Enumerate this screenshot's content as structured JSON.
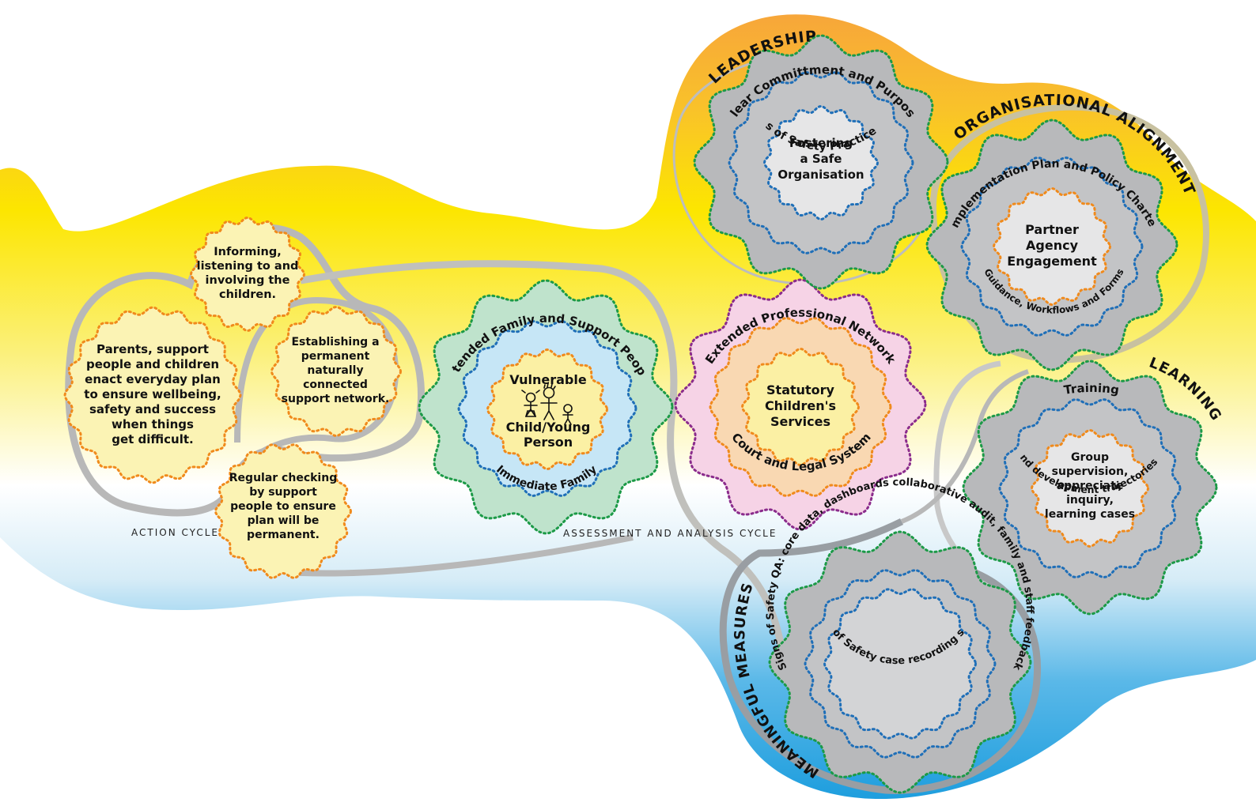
{
  "sections": {
    "leadership": "LEADERSHIP",
    "alignment": "ORGANISATIONAL ALIGNMENT",
    "learning": "LEARNING",
    "measures": "MEANINGFUL MEASURES"
  },
  "cycles": {
    "action": "ACTION CYCLE",
    "assessment": "ASSESSMENT AND ANALYSIS CYCLE"
  },
  "action_blobs": {
    "informing": [
      "Informing,",
      "listening to and",
      "involving the",
      "children."
    ],
    "parents": [
      "Parents, support",
      "people and children",
      "enact everyday plan",
      "to ensure wellbeing,",
      "safety and success",
      "when things",
      "get difficult."
    ],
    "network": [
      "Establishing a",
      "permanent",
      "naturally",
      "connected",
      "support network."
    ],
    "checking": [
      "Regular checking",
      "by support",
      "people to ensure",
      "plan will be",
      "permanent."
    ]
  },
  "family": {
    "outer": "Extended Family and Support People",
    "middle": "Immediate Family",
    "center_top": "Vulnerable",
    "center_bottom": [
      "Child/Young",
      "Person"
    ]
  },
  "professional": {
    "outer": "Extended Professional Network",
    "middle": "Court and Legal System",
    "center": [
      "Statutory",
      "Children's",
      "Services"
    ]
  },
  "leadership_flower": {
    "outer": "Clear Committment and Purpose",
    "middle": "Modeling Signs of Safety Practices in Leadership",
    "center": [
      "Fostering",
      "a Safe",
      "Organisation"
    ]
  },
  "alignment_flower": {
    "outer": "Implementation Plan and Policy Charter",
    "middle": "Guidance, Workflows and Forms",
    "center": [
      "Partner",
      "Agency",
      "Engagement"
    ]
  },
  "learning_flower": {
    "outer": "Training",
    "middle": "Learning and development trajectories for all staff",
    "center": [
      "Group",
      "supervision,",
      "appreciate",
      "inquiry,",
      "learning cases"
    ]
  },
  "measures_flower": {
    "outer": "Signs of Safety QA: core data, dashboards collaborative audit, family and staff feedback",
    "middle": "Signs of Safety case recording system"
  },
  "icon": "stick-figure-family-icon",
  "colors": {
    "orange": "#f5a433",
    "yellow": "#fbe200",
    "blue": "#2aa5e0",
    "grey_ring": "#b8b9bb",
    "green_dot": "#1c9a47",
    "blue_dot": "#1f6fb8",
    "orange_dot": "#f08a1c",
    "purple_dot": "#8b2c8c"
  }
}
